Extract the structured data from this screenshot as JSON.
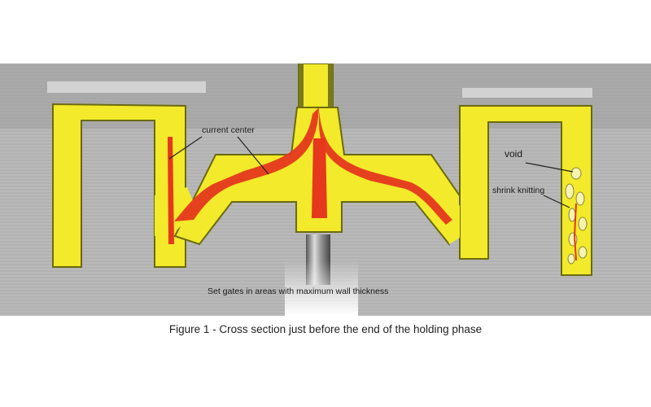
{
  "labels": {
    "current_center": "current center",
    "void": "void",
    "shrink_knitting": "shrink knitting",
    "gate_note": "Set gates in areas with maximum wall thickness"
  },
  "caption": "Figure 1 - Cross section just before the end of the holding phase",
  "colors": {
    "plastic": "#f2ea2a",
    "plastic_outline": "#6b6a10",
    "melt_core": "#e5381d",
    "mold_steel": "#b8b8b8",
    "background": "#ffffff"
  }
}
